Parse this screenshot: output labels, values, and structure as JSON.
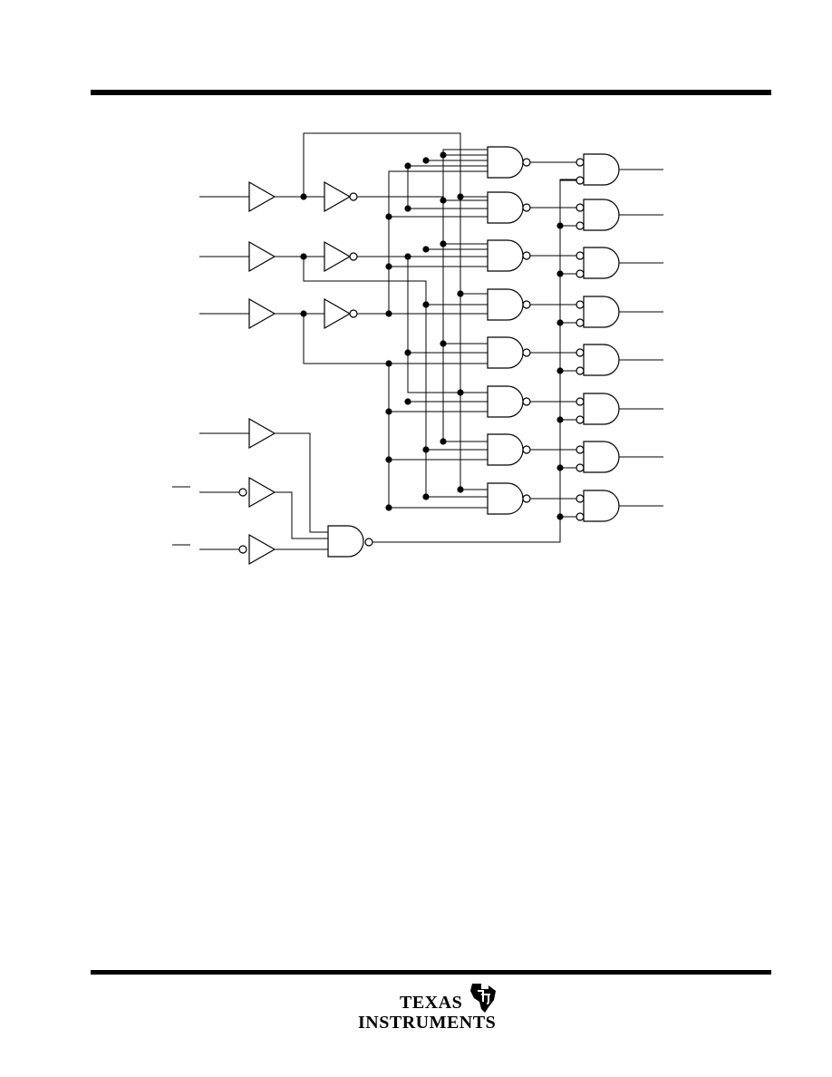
{
  "header": {
    "rule": "top-rule"
  },
  "footer": {
    "logo_line1": "TEXAS",
    "logo_line2": "INSTRUMENTS"
  },
  "diagram": {
    "description_free": true,
    "inputs": {
      "buffered": 3,
      "enable_active_high": 1,
      "enable_active_low": 2
    },
    "decode_gates": 8,
    "output_gates": 8
  }
}
